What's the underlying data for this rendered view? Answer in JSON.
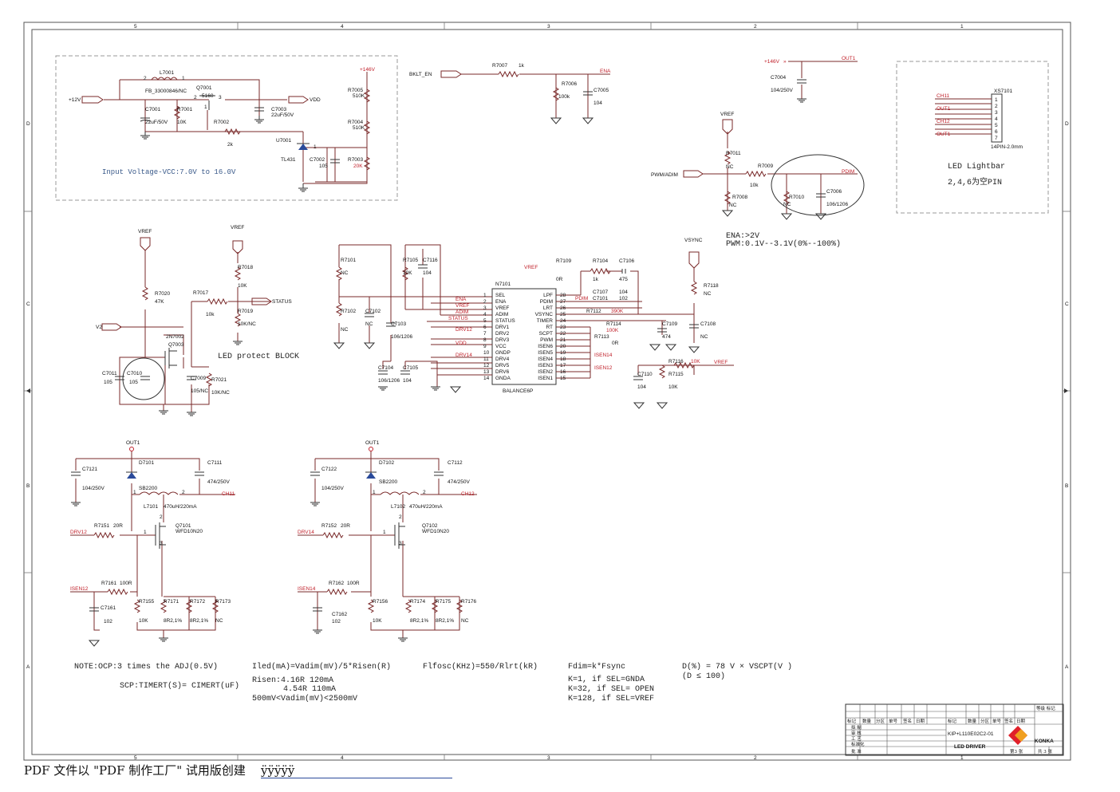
{
  "borders": {
    "top_numbers": [
      "5",
      "4",
      "3",
      "2",
      "1"
    ],
    "side_letters": [
      "D",
      "C",
      "B",
      "A"
    ]
  },
  "block_input": {
    "components": [
      "L7001",
      "FB_33000846/NC",
      "Q7001",
      "5160",
      "C7001",
      "22uF/50V",
      "R7001",
      "10K",
      "C7003",
      "22uF/50V",
      "R7002",
      "2k",
      "U7001",
      "TL431",
      "C7002",
      "105",
      "R7003",
      "20K",
      "R7005",
      "510K",
      "R7004",
      "510K"
    ],
    "nets": [
      "+12V",
      "VDD",
      "+146V"
    ],
    "pins": [
      "2",
      "1",
      "2",
      "3",
      "1",
      "2",
      "3"
    ],
    "caption": "Input Voltage-VCC:7.0V to 16.0V"
  },
  "block_enable": {
    "components": [
      "R7007",
      "1k",
      "R7006",
      "100k",
      "C7005",
      "104"
    ],
    "nets": [
      "BKLT_EN",
      "ENA"
    ]
  },
  "block_out1": {
    "components": [
      "C7004",
      "104/250V"
    ],
    "nets": [
      "+146V",
      "OUT1"
    ]
  },
  "block_connector": {
    "ref": "XS7101",
    "pins": [
      "1",
      "2",
      "3",
      "4",
      "5",
      "6",
      "7"
    ],
    "nets": [
      "CH11",
      "OUT1",
      "CH12",
      "OUT1"
    ],
    "part": "14PIN-2.0mm",
    "caption1": "LED Lightbar",
    "caption2": "2,4,6为空PIN"
  },
  "block_pwm": {
    "components": [
      "R7011",
      "NC",
      "R7009",
      "10k",
      "R7008",
      "NC",
      "R7010",
      "NC",
      "C7006",
      "106/1206"
    ],
    "nets": [
      "VREF",
      "PWM/ADIM",
      "PDIM"
    ],
    "note1": "ENA:>2V",
    "note2": "PWM:0.1V--3.1V(0%--100%)"
  },
  "block_protect": {
    "components": [
      "R7020",
      "47K",
      "R7017",
      "10k",
      "R7018",
      "10K",
      "R7019",
      "10K/NC",
      "2N7002",
      "Q7003",
      "C7011",
      "105",
      "C7010",
      "105",
      "C7009",
      "105/NC",
      "R7021",
      "10K/NC"
    ],
    "nets": [
      "VREF",
      "VREF",
      "STATUS",
      "V2"
    ],
    "caption": "LED protect  BLOCK"
  },
  "block_ic": {
    "ref": "N7101",
    "part": "BALANCE6P",
    "left_pins": [
      {
        "num": "1",
        "name": "SEL"
      },
      {
        "num": "2",
        "name": "ENA"
      },
      {
        "num": "3",
        "name": "VREF"
      },
      {
        "num": "4",
        "name": "ADIM"
      },
      {
        "num": "5",
        "name": "STATUS"
      },
      {
        "num": "6",
        "name": "DRV1"
      },
      {
        "num": "7",
        "name": "DRV2"
      },
      {
        "num": "8",
        "name": "DRV3"
      },
      {
        "num": "9",
        "name": "VCC"
      },
      {
        "num": "10",
        "name": "GNDP"
      },
      {
        "num": "11",
        "name": "DRV4"
      },
      {
        "num": "12",
        "name": "DRV5"
      },
      {
        "num": "13",
        "name": "DRV6"
      },
      {
        "num": "14",
        "name": "GNDA"
      }
    ],
    "right_pins": [
      {
        "num": "28",
        "name": "LPF"
      },
      {
        "num": "27",
        "name": "PDIM"
      },
      {
        "num": "26",
        "name": "LRT"
      },
      {
        "num": "25",
        "name": "VSYNC"
      },
      {
        "num": "24",
        "name": "TIMER"
      },
      {
        "num": "23",
        "name": "RT"
      },
      {
        "num": "22",
        "name": "SCPT"
      },
      {
        "num": "21",
        "name": "PWM"
      },
      {
        "num": "20",
        "name": "ISEN6"
      },
      {
        "num": "19",
        "name": "ISEN5"
      },
      {
        "num": "18",
        "name": "ISEN4"
      },
      {
        "num": "17",
        "name": "ISEN3"
      },
      {
        "num": "16",
        "name": "ISEN2"
      },
      {
        "num": "15",
        "name": "ISEN1"
      }
    ],
    "left_nets": [
      "ENA",
      "VREF",
      "ADIM",
      "STATUS",
      "DRV12",
      "VDD",
      "DRV14"
    ],
    "right_nets": [
      "PDIM",
      "ISEN14",
      "ISEN12",
      "VREF",
      "VREF"
    ],
    "components": [
      "R7101",
      "NC",
      "R7102",
      "NC",
      "C7102",
      "NC",
      "R7105",
      "10K",
      "C7116",
      "104",
      "C7103",
      "106/1206",
      "C7104",
      "106/1206",
      "C7105",
      "104",
      "R7109",
      "0R",
      "R7104",
      "1k",
      "C7106",
      "475",
      "C7107",
      "104",
      "C7101",
      "102",
      "R7112",
      "390K",
      "R7114",
      "100K",
      "R7113",
      "0R",
      "C7109",
      "474",
      "R7118",
      "NC",
      "C7108",
      "NC",
      "R7116",
      "10K",
      "C7110",
      "104",
      "R7115",
      "10K"
    ],
    "nets": [
      "VSYNC"
    ]
  },
  "block_boost1": {
    "components": [
      "D7101",
      "C7121",
      "104/250V",
      "C7111",
      "474/250V",
      "SB2200",
      "L7101",
      "470uH/220mA",
      "R7151",
      "20R",
      "Q7101",
      "WFD10N20",
      "R7161",
      "100R",
      "C7161",
      "102",
      "R7155",
      "10K",
      "R7171",
      "8R2,1%",
      "R7172",
      "8R2,1%",
      "R7173",
      "NC"
    ],
    "nets": [
      "OUT1",
      "CH11",
      "DRV12",
      "ISEN12"
    ],
    "pins": [
      "1",
      "2",
      "1",
      "2",
      "3"
    ]
  },
  "block_boost2": {
    "components": [
      "D7102",
      "C7122",
      "104/250V",
      "C7112",
      "474/250V",
      "SB2200",
      "L7102",
      "470uH/220mA",
      "R7152",
      "20R",
      "Q7102",
      "WFD10N20",
      "R7162",
      "100R",
      "C7162",
      "102",
      "R7156",
      "10K",
      "R7174",
      "8R2,1%",
      "R7175",
      "8R2,1%",
      "R7176",
      "NC"
    ],
    "nets": [
      "OUT1",
      "CH12",
      "DRV14",
      "ISEN14"
    ],
    "pins": [
      "1",
      "2",
      "1",
      "2",
      "3"
    ]
  },
  "notes": {
    "ocp": "NOTE:OCP:3 times the ADJ(0.5V)",
    "scp": "SCP:TIMERT(S)= CIMERT(uF)",
    "iled": "Iled(mA)=Vadim(mV)/5*Risen(R)",
    "risen1": "Risen:4.16R   120mA",
    "risen2": "4.54R   110mA",
    "risen3": "500mV<Vadim(mV)<2500mV",
    "flfosc": "Flfosc(KHz)=550/Rlrt(kR)",
    "fdim": "Fdim=k*Fsync",
    "k1": "K=1, if SEL=GNDA",
    "k2": "K=32, if SEL= OPEN",
    "k3": "K=128, if SEL=VREF",
    "duty1": "D(%)  = 78 V × VSCPT(V )",
    "duty2": "(D ≤ 100)"
  },
  "title_block": {
    "top_right": "等级 标记",
    "header_row": [
      "标记",
      "数量",
      "分区",
      "单号",
      "签名",
      "日期",
      "标记",
      "数量",
      "分区",
      "单号",
      "签名",
      "日期"
    ],
    "roles": [
      "拟 制",
      "审 核",
      "工 艺",
      "标准化",
      "批 准"
    ],
    "drawing_no": "KIP+L110E02C2-01",
    "title": "LED DRIVER",
    "sheet": "第3 张",
    "total": "共 3 张",
    "brand": "KONKA",
    "brand_color": "#e0202a",
    "brand_color2": "#f0a020"
  },
  "footer": {
    "text": "PDF 文件以 \"PDF 制作工厂\" 试用版创建",
    "link": "ÿÿÿÿÿ"
  }
}
